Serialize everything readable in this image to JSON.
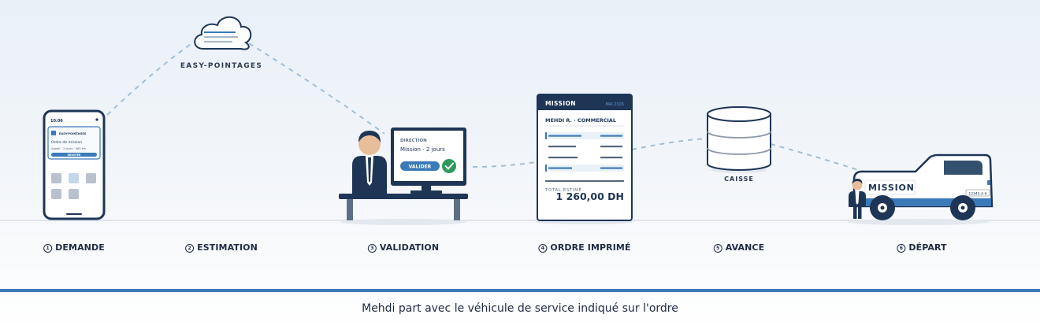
{
  "cloud": {
    "label": "EASY-POINTAGES"
  },
  "phone": {
    "time": "10:06",
    "app_name": "EASY-POINTAGES",
    "card_title": "Ordre de mission",
    "card_meta": "Agadir · 2 jours · 460 km",
    "button": "ENVOYER"
  },
  "monitor": {
    "header": "DIRECTION",
    "subtitle": "Mission - 2 jours",
    "button": "VALIDER"
  },
  "order": {
    "title": "MISSION",
    "date": "MAI 2026",
    "employee": "MEHDI R. · COMMERCIAL",
    "total_label": "TOTAL ESTIMÉ",
    "total": "1 260,00 DH"
  },
  "cash": {
    "label": "CAISSE"
  },
  "car": {
    "label": "MISSION",
    "plate": "12345-A-6"
  },
  "steps": [
    {
      "num": "1",
      "label": "DEMANDE"
    },
    {
      "num": "2",
      "label": "ESTIMATION"
    },
    {
      "num": "3",
      "label": "VALIDATION"
    },
    {
      "num": "4",
      "label": "ORDRE IMPRIMÉ"
    },
    {
      "num": "5",
      "label": "AVANCE"
    },
    {
      "num": "6",
      "label": "DÉPART"
    }
  ],
  "progress_fraction": 1.0,
  "caption": "Mehdi part avec le véhicule de service indiqué sur l'ordre",
  "colors": {
    "navy": "#1e3556",
    "accent": "#3b7ab9",
    "check": "#2e9a5c",
    "skin": "#e8bd9a"
  }
}
